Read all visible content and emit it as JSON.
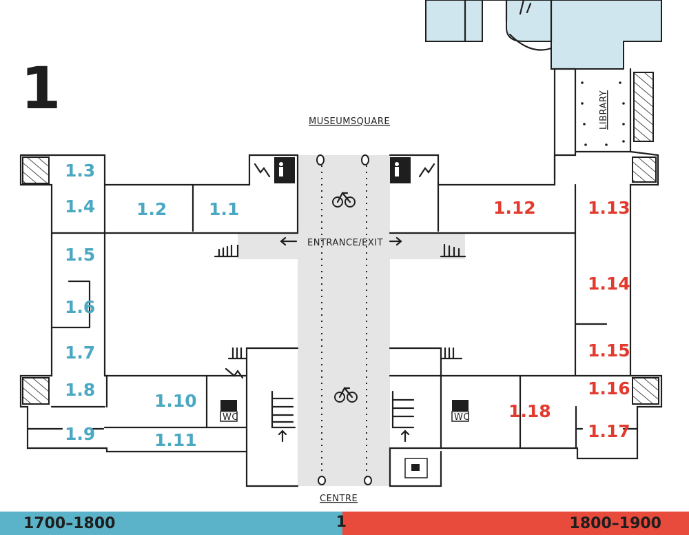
{
  "floor": {
    "number": "1"
  },
  "labels": {
    "museumsquare": "MUSEUMSQUARE",
    "entrance": "ENTRANCE/EXIT",
    "centre": "CENTRE",
    "library": "LIBRARY",
    "wc": "WC"
  },
  "rooms_1700_1800": [
    "1.1",
    "1.2",
    "1.3",
    "1.4",
    "1.5",
    "1.6",
    "1.7",
    "1.8",
    "1.9",
    "1.10",
    "1.11"
  ],
  "rooms_1800_1900": [
    "1.12",
    "1.13",
    "1.14",
    "1.15",
    "1.16",
    "1.17",
    "1.18"
  ],
  "legend": {
    "left_label": "1700–1800",
    "middle_label": "1",
    "right_label": "1800–1900"
  },
  "colors": {
    "era_1700_1800": "#4aa8c2",
    "era_1800_1900": "#e23a2e",
    "legend_left_bg": "#5bb3c9",
    "legend_right_bg": "#e84a3c",
    "passage_floor": "#e5e5e5",
    "upper_building": "#cfe6ee"
  },
  "icons": [
    "stairs-icon",
    "elevator-icon",
    "bicycle-icon",
    "toilet-icon",
    "coffee-icon",
    "arrow-left-icon",
    "arrow-right-icon",
    "arrow-up-icon",
    "hatched-block-icon"
  ]
}
